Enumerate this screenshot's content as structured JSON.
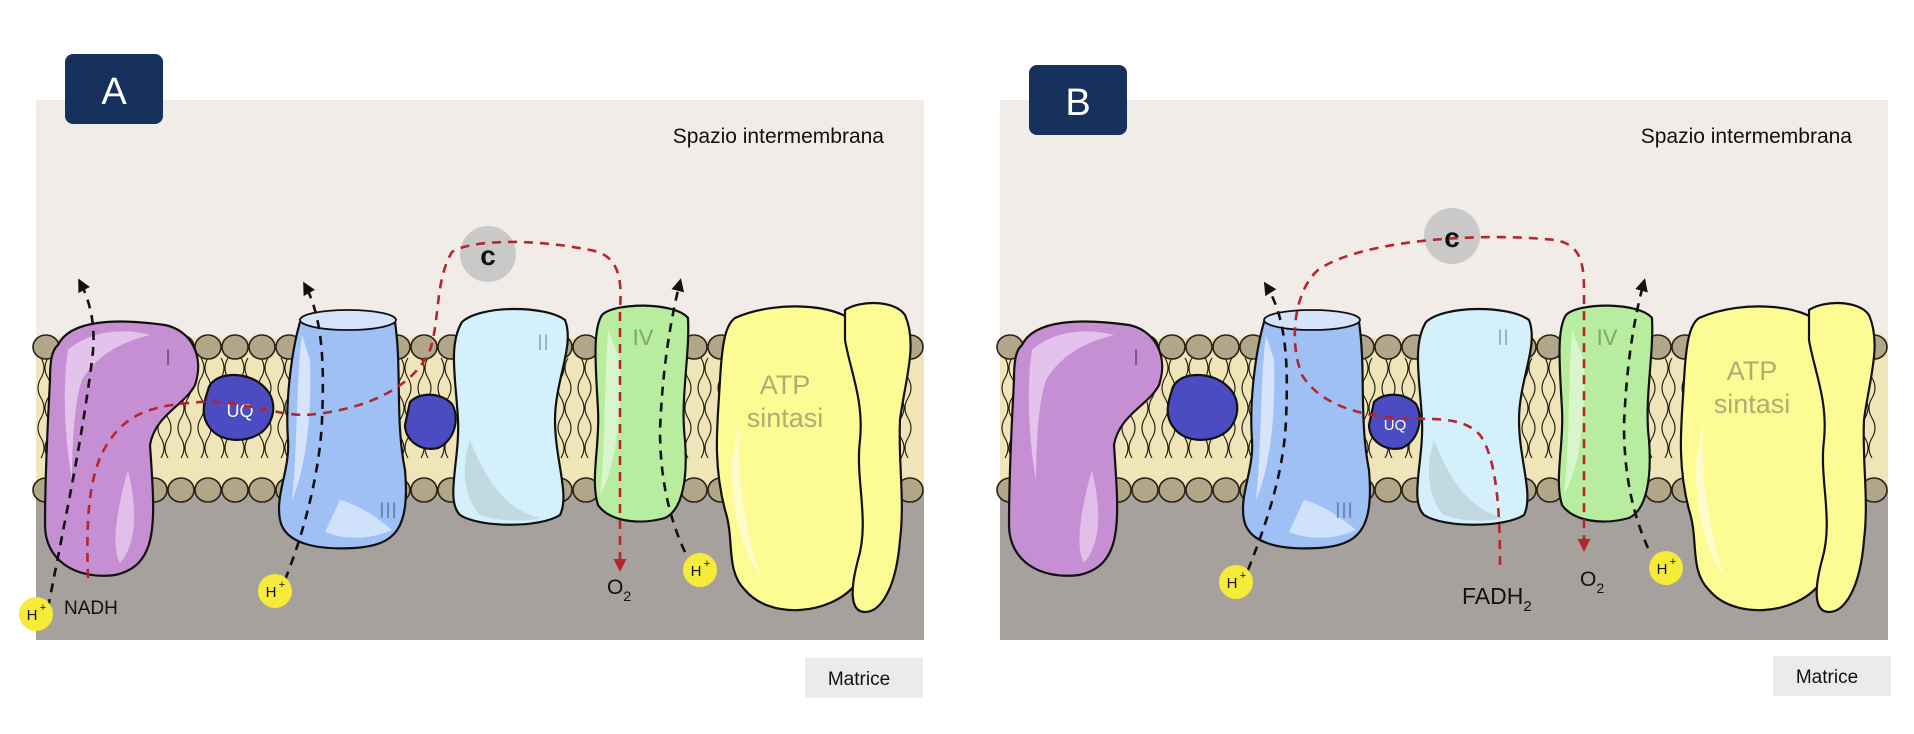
{
  "panels": [
    {
      "id": "A",
      "badge": "A",
      "space_label": "Spazio intermembrana",
      "matrix_label": "Matrice",
      "complex_labels": {
        "I": "I",
        "III": "III",
        "II": "II",
        "IV": "IV"
      },
      "ubiquinone": "UQ",
      "cytochrome": "c",
      "atp_line1": "ATP",
      "atp_line2": "sintasi",
      "proton": "H",
      "proton_sup": "+",
      "substrate": "NADH",
      "substrate_sub": "",
      "oxygen": "O",
      "oxygen_sub": "2"
    },
    {
      "id": "B",
      "badge": "B",
      "space_label": "Spazio intermembrana",
      "matrix_label": "Matrice",
      "complex_labels": {
        "I": "I",
        "III": "III",
        "II": "II",
        "IV": "IV"
      },
      "ubiquinone": "UQ",
      "cytochrome": "c",
      "atp_line1": "ATP",
      "atp_line2": "sintasi",
      "proton": "H",
      "proton_sup": "+",
      "substrate": "FADH",
      "substrate_sub": "2",
      "oxygen": "O",
      "oxygen_sub": "2"
    }
  ],
  "colors": {
    "badge": "#16325c",
    "intermembrane_space": "#f2ece8",
    "matrix": "#a7a19e",
    "membrane_band": "#efe5b9",
    "lipid_head": "#b2a688",
    "complex_I": "#c68fd3",
    "complex_III": "#9ec0f5",
    "complex_II": "#d4f1fb",
    "complex_IV": "#b8ec9e",
    "atp_synthase": "#fdfb93",
    "ubiquinone": "#4c4cc2",
    "cytochrome_c": "#c9c9c9",
    "proton_badge": "#f6ea3a",
    "electron_path": "#b5262a",
    "proton_path": "#111111",
    "label_box": "#ebebeb"
  }
}
